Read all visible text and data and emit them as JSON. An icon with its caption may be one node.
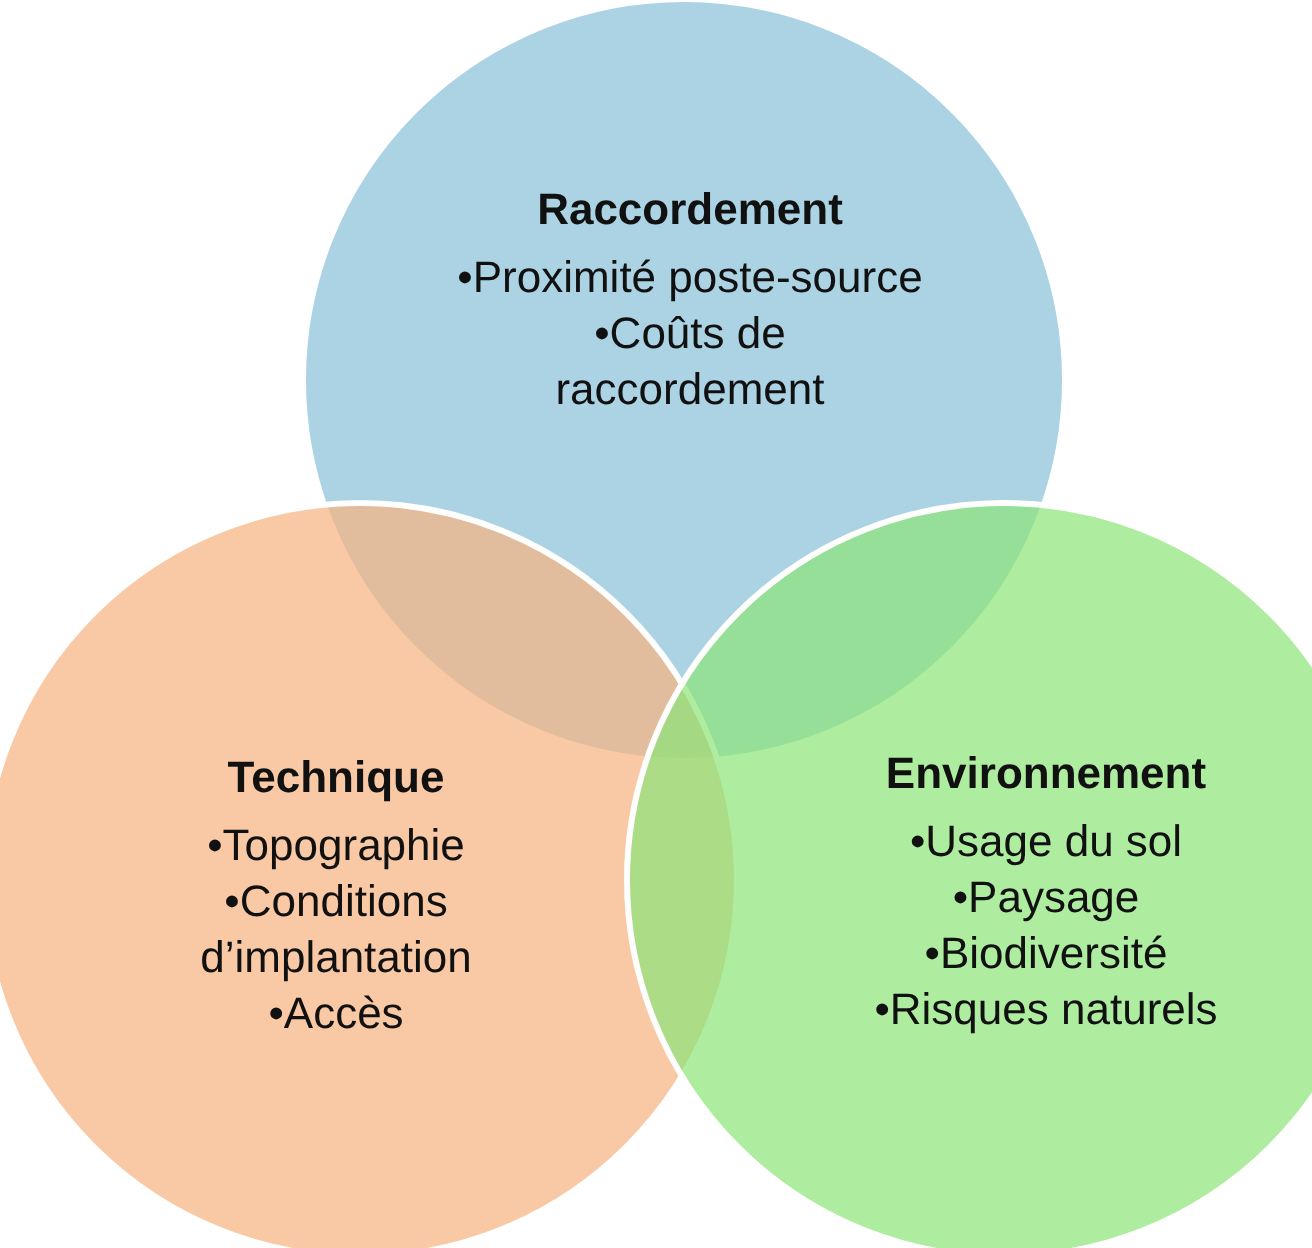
{
  "diagram": {
    "nodes": [
      {
        "text": [
          "Raccordement",
          "•Proximité poste-source",
          "•Coûts de raccordement"
        ]
      },
      {
        "text": [
          "Technique",
          "•Topographie",
          "•Conditions d’implantation",
          "•Accès"
        ]
      },
      {
        "text": [
          "Environnement",
          "•Usage du sol",
          "•Paysage",
          "•Biodiversité",
          "•Risques naturels"
        ]
      }
    ]
  }
}
